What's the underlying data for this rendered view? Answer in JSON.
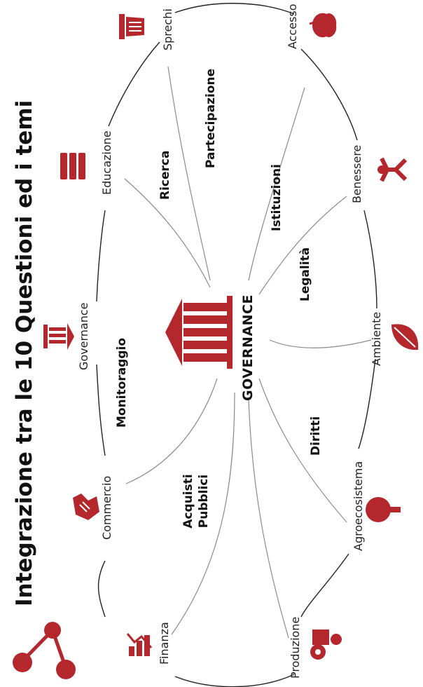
{
  "title": "Integrazione tra le 10 Questioni ed i temi",
  "center_label": "GOVERNANCE",
  "themes": {
    "finanza": "Finanza",
    "commercio": "Commercio",
    "governance": "Governance",
    "educazione": "Educazione",
    "sprechi": "Sprechi",
    "accesso": "Accesso",
    "benessere": "Benessere",
    "ambiente": "Ambiente",
    "agroecosistema": "Agroecosistema",
    "produzione": "Produzione"
  },
  "questions": {
    "monitoraggio": "Monitoraggio",
    "ricerca": "Ricerca",
    "partecipazione": "Partecipazione",
    "istituzioni": "Istituzioni",
    "legalita": "Legalità",
    "diritti": "Diritti",
    "acquisti_1": "Acquisti",
    "acquisti_2": "Pubblici"
  },
  "colors": {
    "accent": "#b3272d",
    "line": "#222222",
    "connector": "#8a8a8a"
  },
  "icons": [
    "network-icon",
    "finance-chart-icon",
    "handshake-icon",
    "temple-icon",
    "books-icon",
    "trash-bin-icon",
    "apple-icon",
    "person-icon",
    "leaf-icon",
    "tree-icon",
    "tractor-icon",
    "governance-temple-icon"
  ]
}
